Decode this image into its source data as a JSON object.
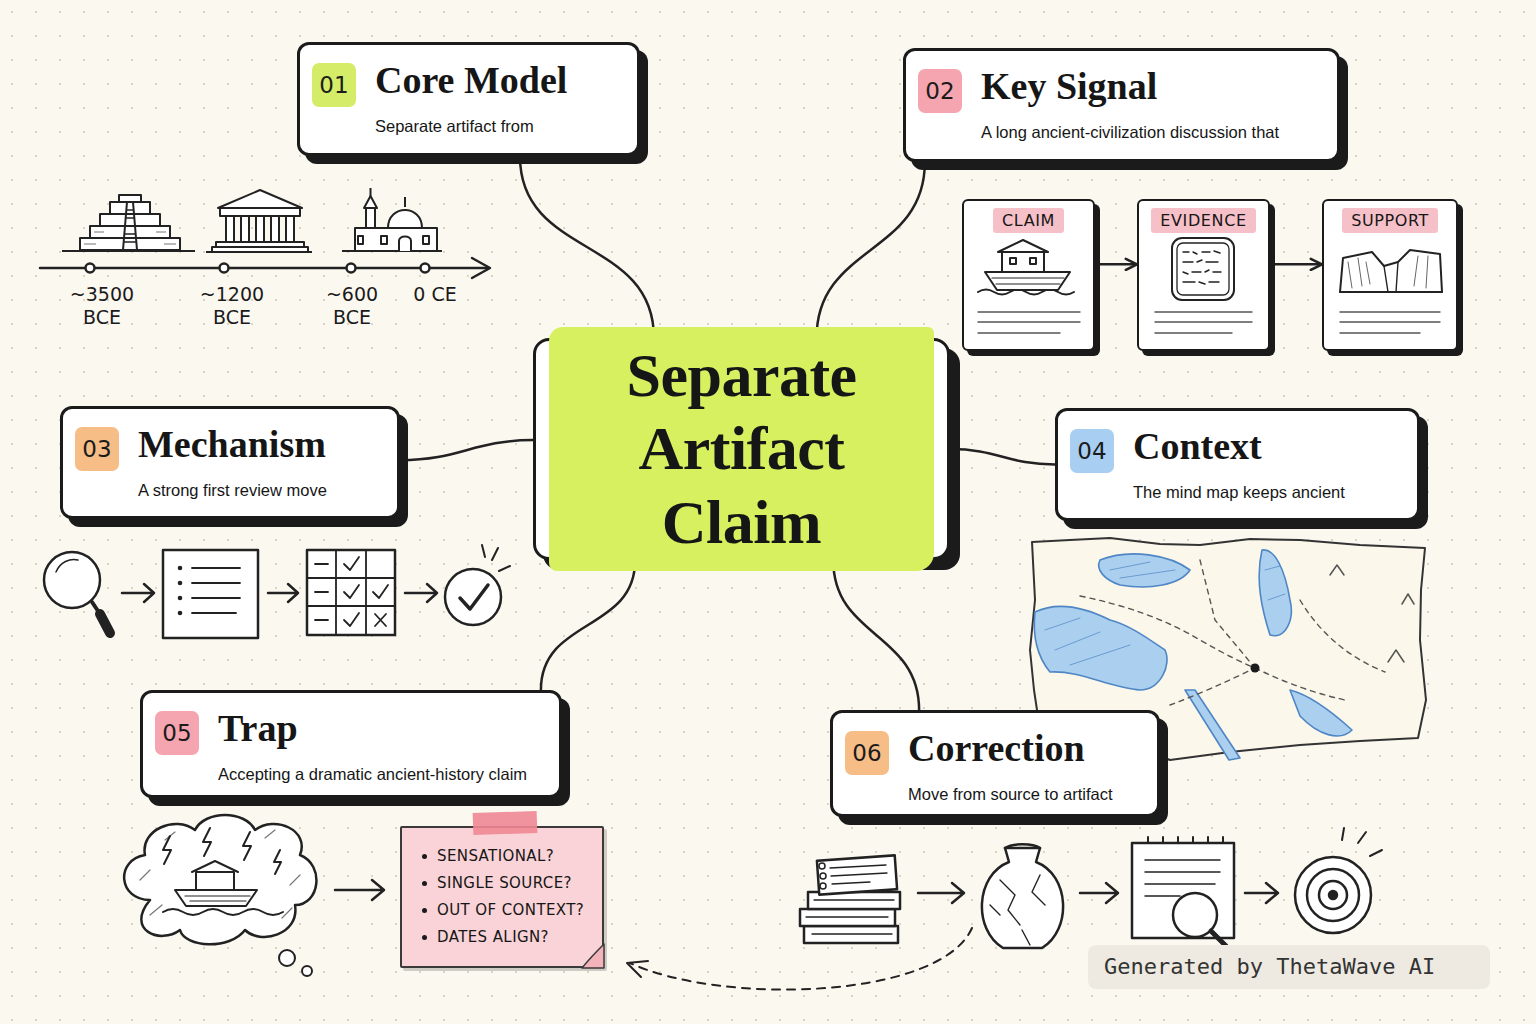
{
  "diagram": {
    "nodes": [
      {
        "text": [
          "Separate Artifact Claim"
        ]
      },
      {
        "text": [
          "01",
          "Core Model",
          "Separate artifact from"
        ]
      },
      {
        "text": [
          "02",
          "Key Signal",
          "A long ancient-civilization discussion that"
        ]
      },
      {
        "text": [
          "CLAIM"
        ]
      },
      {
        "text": [
          "EVIDENCE"
        ]
      },
      {
        "text": [
          "SUPPORT"
        ]
      },
      {
        "text": [
          "03",
          "Mechanism",
          "A strong first review move"
        ]
      },
      {
        "text": [
          "04",
          "Context",
          "The mind map keeps ancient"
        ]
      },
      {
        "text": [
          "05",
          "Trap",
          "Accepting a dramatic ancient-history claim"
        ]
      },
      {
        "text": [
          "SENSATIONAL?",
          "SINGLE SOURCE?",
          "OUT OF CONTEXT?",
          "DATES ALIGN?"
        ]
      },
      {
        "text": [
          "06",
          "Correction",
          "Move from source to artifact"
        ]
      }
    ],
    "edges": [
      {
        "from": 0,
        "to": 1,
        "arrow": "none"
      },
      {
        "from": 0,
        "to": 2,
        "arrow": "none"
      },
      {
        "from": 0,
        "to": 6,
        "arrow": "none"
      },
      {
        "from": 0,
        "to": 7,
        "arrow": "none"
      },
      {
        "from": 0,
        "to": 8,
        "arrow": "none"
      },
      {
        "from": 0,
        "to": 10,
        "arrow": "none"
      },
      {
        "from": 3,
        "to": 4,
        "arrow": "to"
      },
      {
        "from": 4,
        "to": 5,
        "arrow": "to"
      }
    ],
    "labels": [
      "~3500 BCE",
      "~1200 BCE",
      "~600 BCE",
      "0 CE",
      "Generated by ThetaWave AI"
    ]
  }
}
